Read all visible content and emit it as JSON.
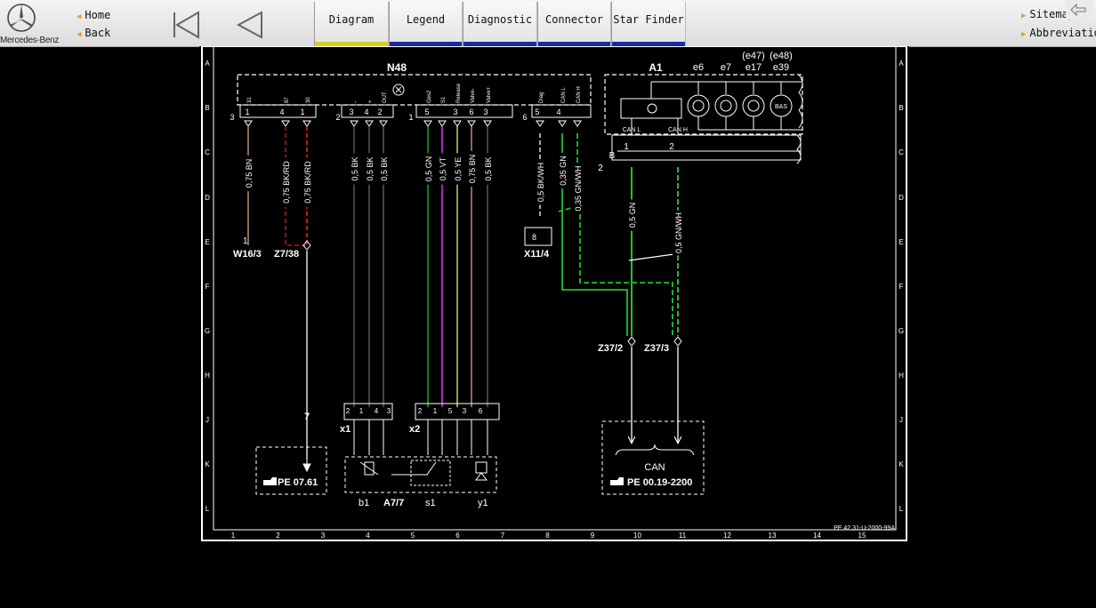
{
  "header": {
    "logo_text": "Mercedes-Benz",
    "nav_home": "Home",
    "nav_back": "Back",
    "nav_sitemap": "Sitemap",
    "nav_abbreviations": "Abbreviations"
  },
  "tabs": [
    {
      "label": "Diagram",
      "active": true
    },
    {
      "label": "Legend",
      "active": false
    },
    {
      "label": "Diagnostic",
      "active": false
    },
    {
      "label": "Connector",
      "active": false
    },
    {
      "label": "Star Finder",
      "active": false
    }
  ],
  "icons": {
    "first_page": "skip-to-first-icon",
    "previous_page": "previous-page-icon",
    "logo": "mercedes-star-icon",
    "top_right": "window-arrows-icon"
  },
  "colors": {
    "active_tab_bar": "#d9cf1a",
    "inactive_tab_bar": "#1b2b9b",
    "wire_green": "#22c02a",
    "wire_violet": "#b030c8",
    "wire_yellow": "#ecec60",
    "wire_brown": "#d8a48c",
    "wire_red": "#e01818"
  },
  "diagram": {
    "grid_rows": [
      "A",
      "B",
      "C",
      "D",
      "E",
      "F",
      "G",
      "H",
      "J",
      "K",
      "L"
    ],
    "grid_cols": [
      "1",
      "2",
      "3",
      "4",
      "5",
      "6",
      "7",
      "8",
      "9",
      "10",
      "11",
      "12",
      "13",
      "14",
      "15"
    ],
    "n48": {
      "title": "N48",
      "pins": [
        "31",
        "87",
        "30",
        "-",
        "+",
        "OUT",
        "Ges2",
        "S1",
        "Release",
        "Valve-",
        "Valve+",
        "Diag",
        "CAN L",
        "CAN H"
      ],
      "group_nums": [
        "3",
        "1",
        "4",
        "1",
        "2",
        "3",
        "4",
        "2",
        "1",
        "5",
        "3",
        "6",
        "3",
        "6",
        "5",
        "4"
      ]
    },
    "a1": {
      "title": "A1",
      "e_labels": [
        "e6",
        "e7",
        "e17",
        "e39"
      ],
      "e_parens": [
        "(e47)",
        "(e48)"
      ],
      "bas_label": "BAS",
      "can_l": "CAN L",
      "can_h": "CAN H",
      "nums": [
        "1",
        "2",
        "B",
        "2"
      ]
    },
    "wires": [
      "0,75 BN",
      "0,75 BK/RD",
      "0,75 BK/RD",
      "0,5 BK",
      "0,5 BK",
      "0,5 BK",
      "0,5 GN",
      "0,5 VT",
      "0,5 YE",
      "0,75 BN",
      "0,5 BK",
      "0,5 BK/WH",
      "0,35 GN",
      "0,35 GN/WH",
      "0,5 GN",
      "0,5 GN/WH"
    ],
    "components": {
      "w16": "W16/3",
      "w16_num": "1",
      "z7": "Z7/38",
      "x11": "X11/4",
      "x11_pin": "8",
      "z37_2": "Z37/2",
      "z37_3": "Z37/3",
      "num7": "7",
      "x1": "x1",
      "x2": "x2",
      "x1_pins": [
        "2",
        "1",
        "4",
        "3"
      ],
      "x2_pins": [
        "2",
        "1",
        "5",
        "3",
        "6"
      ],
      "b1": "b1",
      "a77": "A7/7",
      "s1": "s1",
      "y1": "y1",
      "can_box": "CAN",
      "pe1": "PE 07.61",
      "pe2": "PE 00.19-2200"
    },
    "doc_id": "PE 42.31-U-2000-99A"
  }
}
